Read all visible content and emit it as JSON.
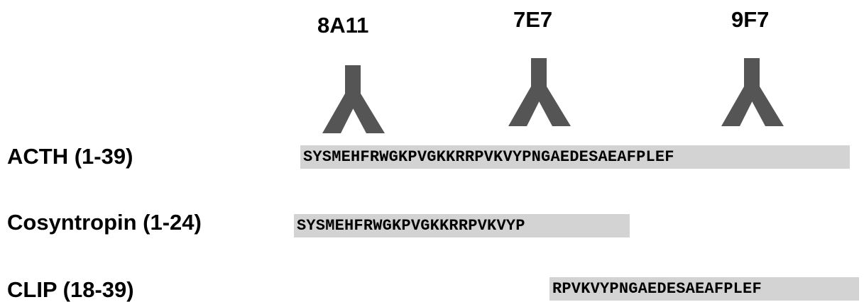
{
  "antibodies": [
    {
      "label": "8A11",
      "icon": "antibody-y-icon"
    },
    {
      "label": "7E7",
      "icon": "antibody-y-icon"
    },
    {
      "label": "9F7",
      "icon": "antibody-y-icon"
    }
  ],
  "peptides": [
    {
      "name": "ACTH (1-39)",
      "sequence": "SYSMEHFRWGKPVGKKRRPVKVYPNGAEDESAEAFPLEF"
    },
    {
      "name": "Cosyntropin (1-24)",
      "sequence": "SYSMEHFRWGKPVGKKRRPVKVYP"
    },
    {
      "name": "CLIP (18-39)",
      "sequence": "RPVKVYPNGAEDESAEAFPLEF"
    }
  ],
  "colors": {
    "antibody": "#555555",
    "sequence_highlight": "#d3d3d3",
    "text": "#000000"
  }
}
